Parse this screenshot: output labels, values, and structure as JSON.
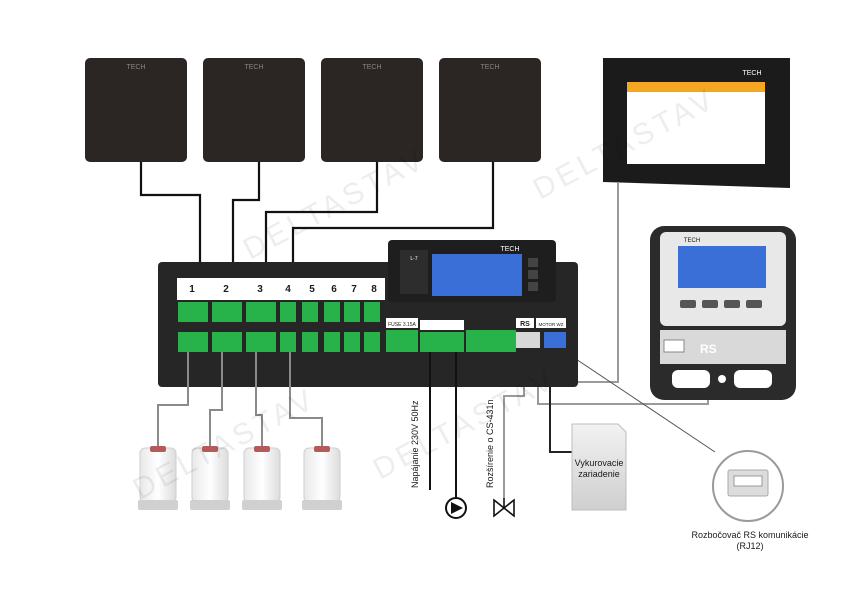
{
  "brand": "TECH",
  "watermark": "DELTASTAV",
  "zones": [
    "1",
    "2",
    "3",
    "4",
    "5",
    "6",
    "7",
    "8"
  ],
  "controller": {
    "display_label": "L-7",
    "fuse_label": "FUSE 3.15A",
    "rs_label": "RS",
    "motor_label": "MOTOR WZ"
  },
  "panel_rs_label": "RS",
  "labels": {
    "power": "Napájanie 230V 50Hz",
    "expansion": "Rozšírenie o CS-431n",
    "heating_device_line1": "Vykurovacie",
    "heating_device_line2": "zariadenie",
    "splitter_line1": "Rozbočovač RS komunikácie",
    "splitter_line2": "(RJ12)"
  },
  "colors": {
    "thermostat": "#2b2624",
    "controller_body": "#2a2a2a",
    "terminal_green": "#27b24a",
    "lcd_blue": "#3a6fd8",
    "orange_bar": "#f5a623"
  }
}
